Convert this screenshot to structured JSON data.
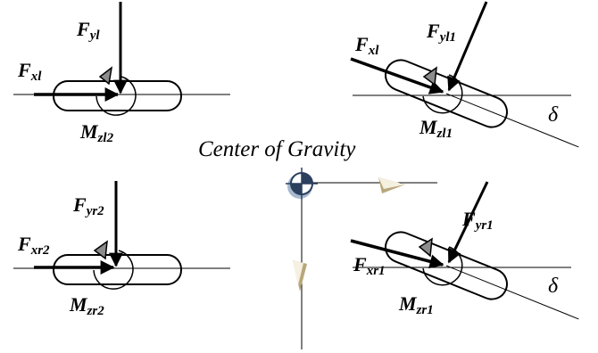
{
  "center_label": "Center of Gravity",
  "angle_symbol": "δ",
  "labels": {
    "Fyl": {
      "main": "F",
      "sub": "yl"
    },
    "Fxl": {
      "main": "F",
      "sub": "xl"
    },
    "Mzl2": {
      "main": "M",
      "sub": "zl2"
    },
    "Fyl1": {
      "main": "F",
      "sub": "yl1"
    },
    "Fxl_r": {
      "main": "F",
      "sub": "xl"
    },
    "Mzl1": {
      "main": "M",
      "sub": "zl1"
    },
    "Fyr2": {
      "main": "F",
      "sub": "yr2"
    },
    "Fxr2": {
      "main": "F",
      "sub": "xr2"
    },
    "Mzr2": {
      "main": "M",
      "sub": "zr2"
    },
    "Fyr1": {
      "main": "F",
      "sub": "yr1"
    },
    "Fxr1": {
      "main": "F",
      "sub": "xr1"
    },
    "Mzr1": {
      "main": "M",
      "sub": "zr1"
    }
  },
  "colors": {
    "ink": "#000000",
    "gray_arrow": "#8c8c8c",
    "tan": "#b8a77a",
    "blue": "#5f7fa8"
  }
}
